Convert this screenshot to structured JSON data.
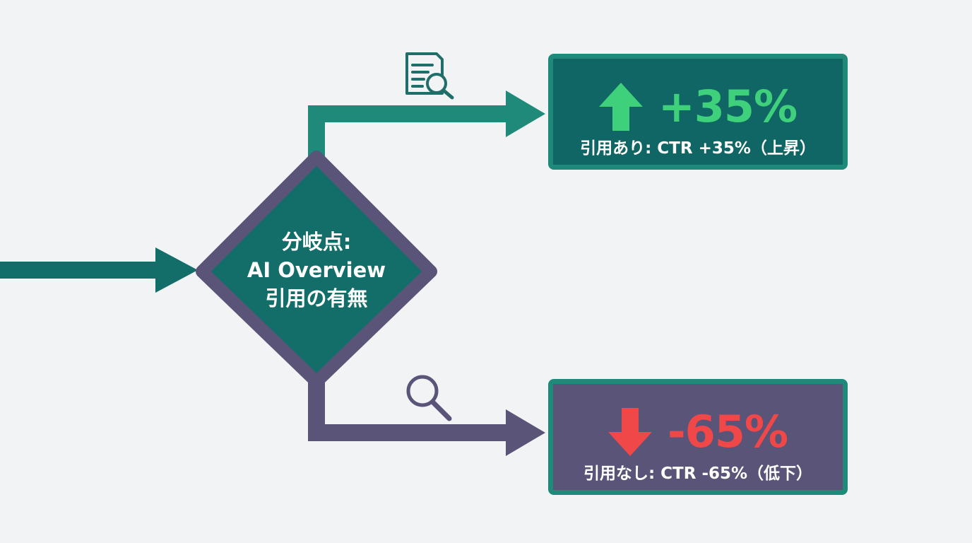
{
  "decision": {
    "line1": "分岐点:",
    "line2": "AI Overview",
    "line3": "引用の有無"
  },
  "branches": {
    "cited": {
      "icon": "document-search-icon",
      "arrow_icon": "arrow-up-icon",
      "value": "+35%",
      "caption": "引用あり: CTR +35%（上昇）"
    },
    "uncited": {
      "icon": "magnifier-icon",
      "arrow_icon": "arrow-down-icon",
      "value": "-65%",
      "caption": "引用なし: CTR -65%（低下）"
    }
  },
  "colors": {
    "teal": "#136e69",
    "accent_teal": "#1f8a7a",
    "purple": "#5a5479",
    "positive": "#3fd07b",
    "negative": "#f04848",
    "background": "#f2f3f5"
  }
}
